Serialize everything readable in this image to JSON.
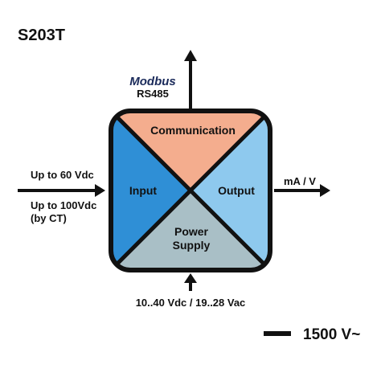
{
  "title": "S203T",
  "colors": {
    "communication": "#f4ad8e",
    "input": "#2f8fd6",
    "output": "#8ec9ee",
    "power": "#a9bfc6",
    "stroke": "#111111",
    "text": "#111111",
    "modbus": "#1a2a5a"
  },
  "protocol": {
    "brand": "Modbus",
    "bus": "RS485"
  },
  "block": {
    "communication": "Communication",
    "input": "Input",
    "output": "Output",
    "power_line1": "Power",
    "power_line2": "Supply"
  },
  "inputs": {
    "line1": "Up to 60 Vdc",
    "line2": "Up to 100Vdc",
    "line3": "(by CT)"
  },
  "output_signal": "mA / V",
  "supply": "10..40 Vdc / 19..28 Vac",
  "isolation": "1500 V~"
}
